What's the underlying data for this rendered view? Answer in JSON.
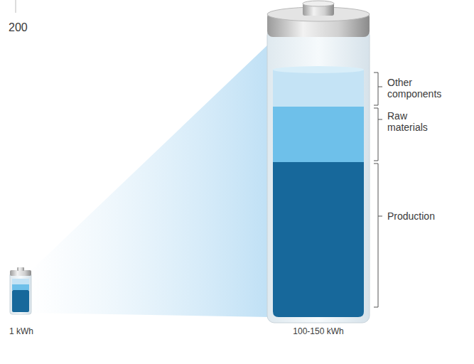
{
  "diagram": {
    "labels": [
      "200",
      "Other components",
      "Raw materials",
      "Production",
      "1 kWh",
      "100-150 kWh"
    ]
  }
}
